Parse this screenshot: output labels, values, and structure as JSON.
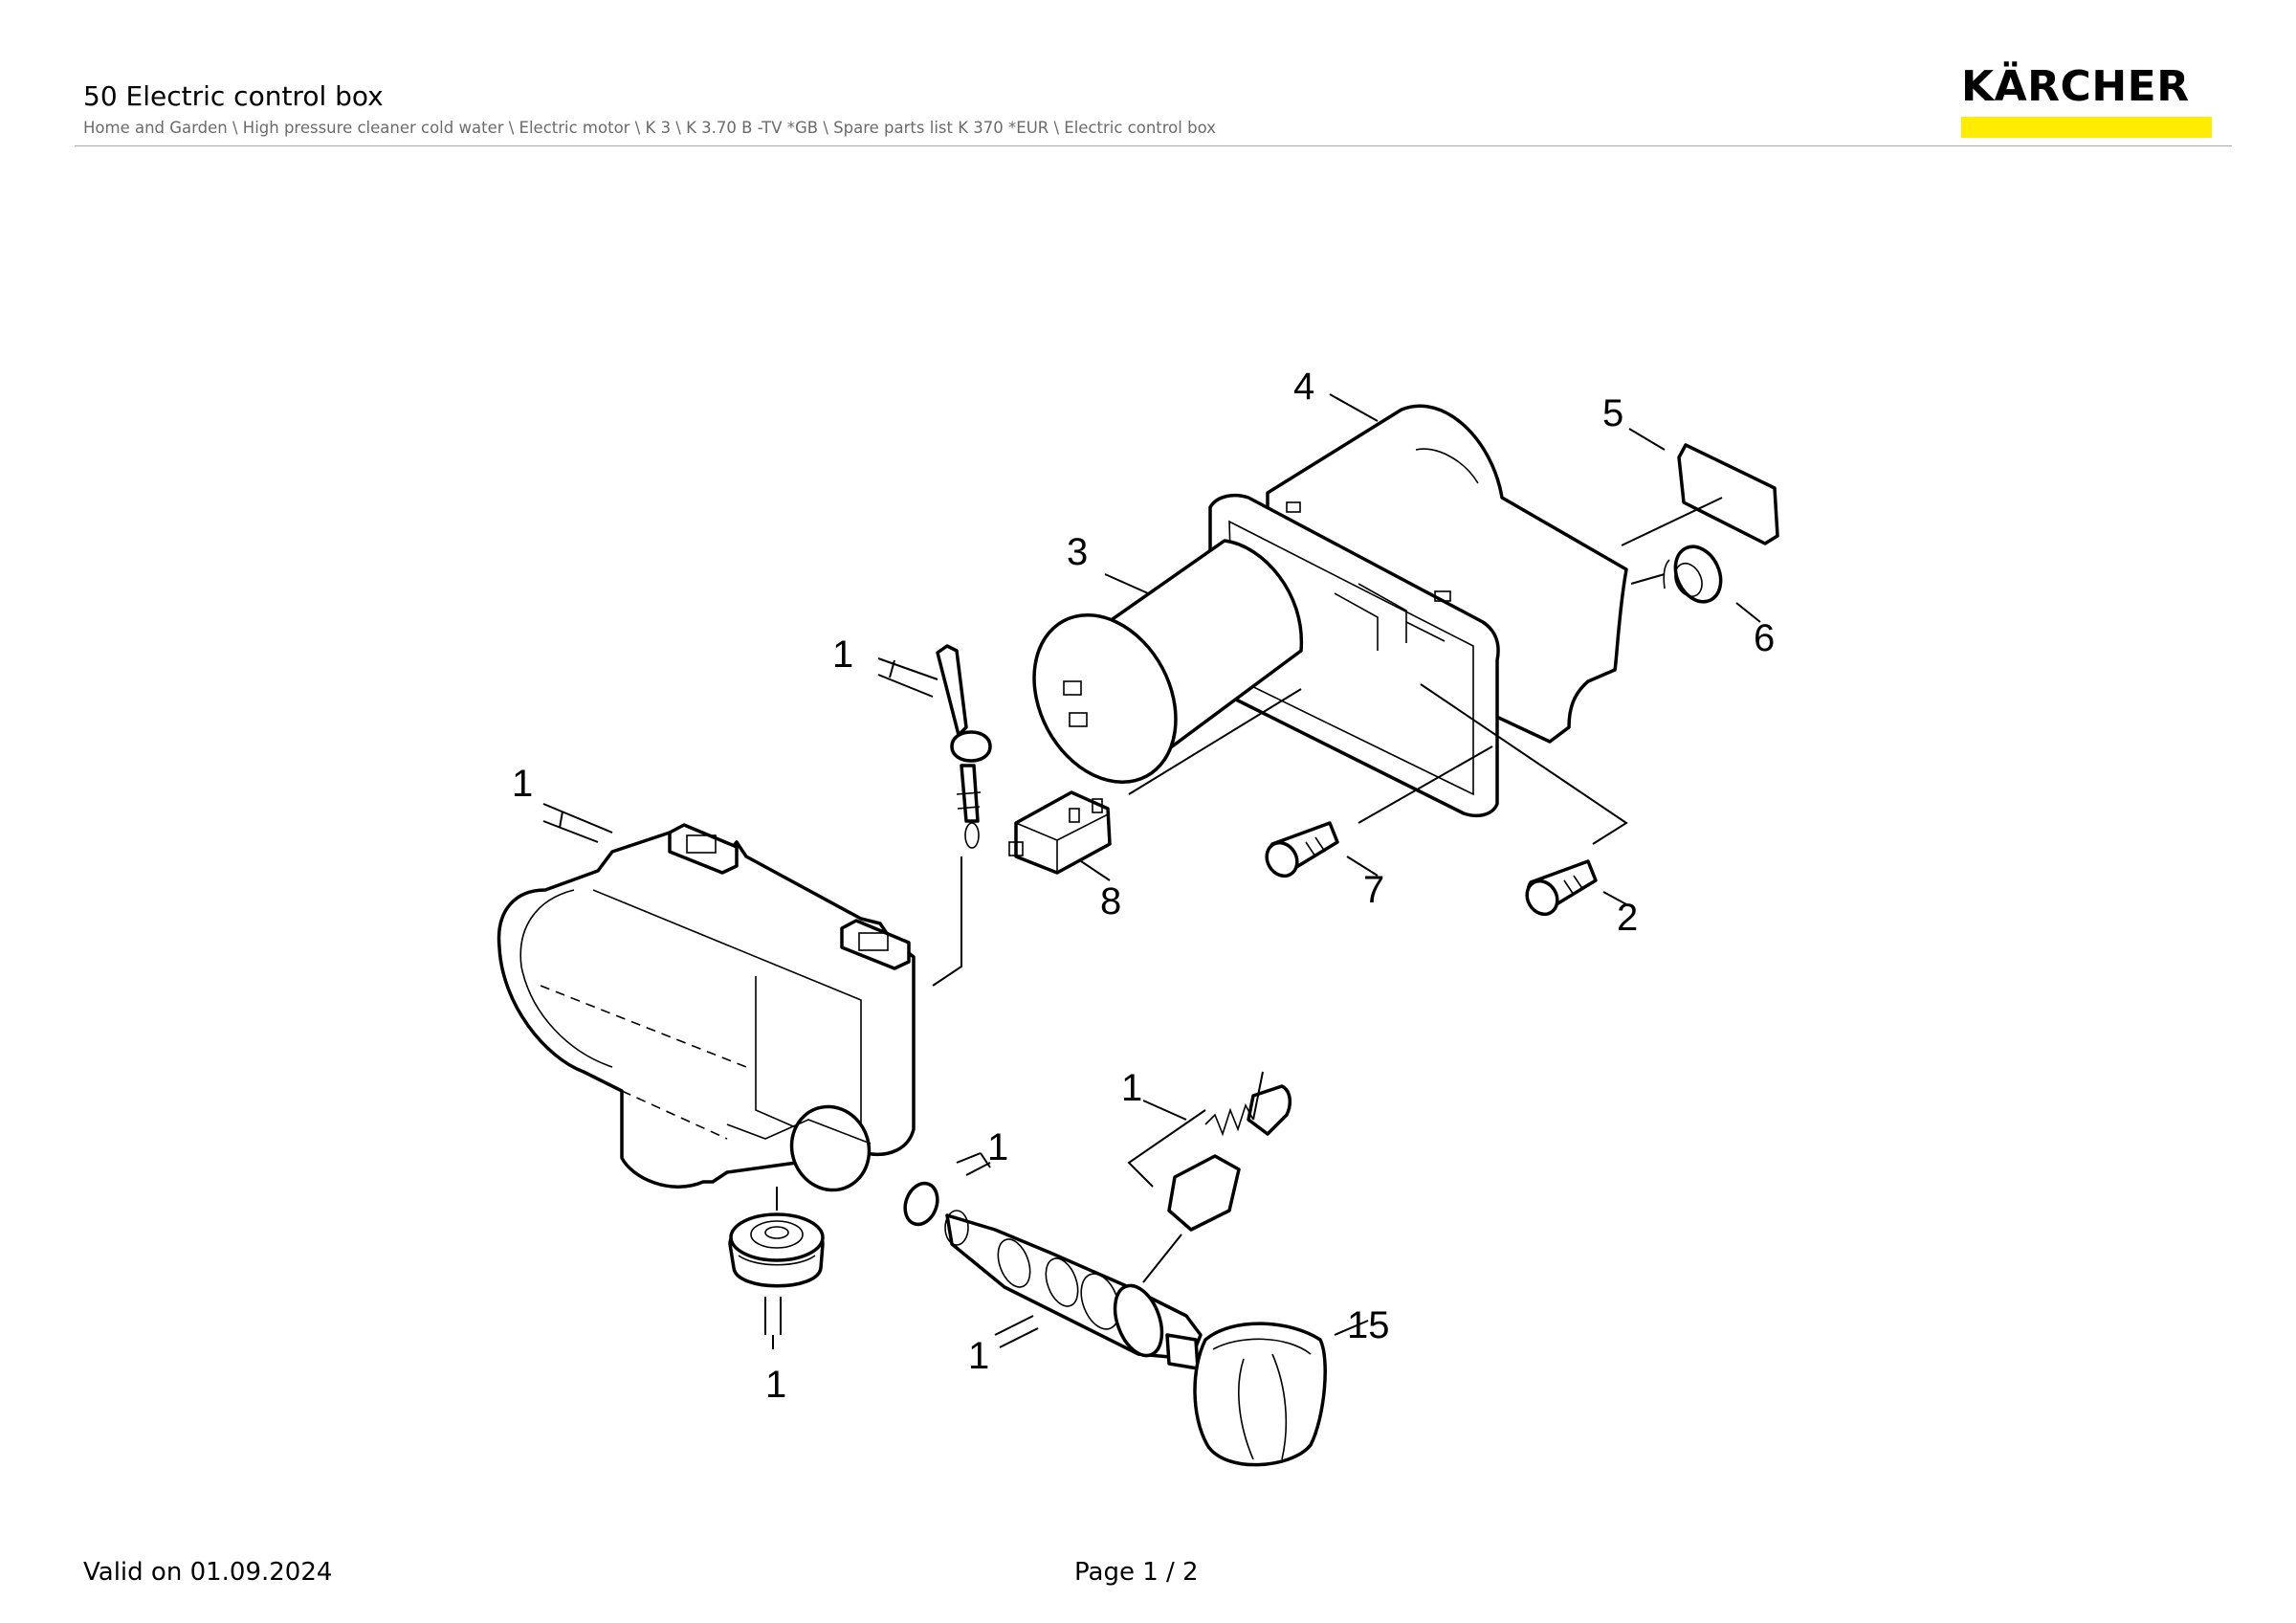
{
  "header": {
    "title": "50 Electric control box",
    "breadcrumb": "Home and Garden \\ High pressure cleaner cold water \\ Electric motor \\ K 3 \\ K 3.70 B -TV *GB \\ Spare parts list K 370 *EUR \\ Electric control box"
  },
  "logo": {
    "text": "KÄRCHER",
    "bar_color": "#ffed00"
  },
  "callouts": {
    "c4": "4",
    "c5": "5",
    "c3": "3",
    "c6": "6",
    "c1_plug": "1",
    "c1_housing": "1",
    "c8": "8",
    "c7": "7",
    "c2": "2",
    "c1_spring": "1",
    "c1_oring": "1",
    "c1_valve": "1",
    "c15": "15",
    "c1_grommet": "1"
  },
  "footer": {
    "valid": "Valid on 01.09.2024",
    "page": "Page 1 / 2"
  }
}
